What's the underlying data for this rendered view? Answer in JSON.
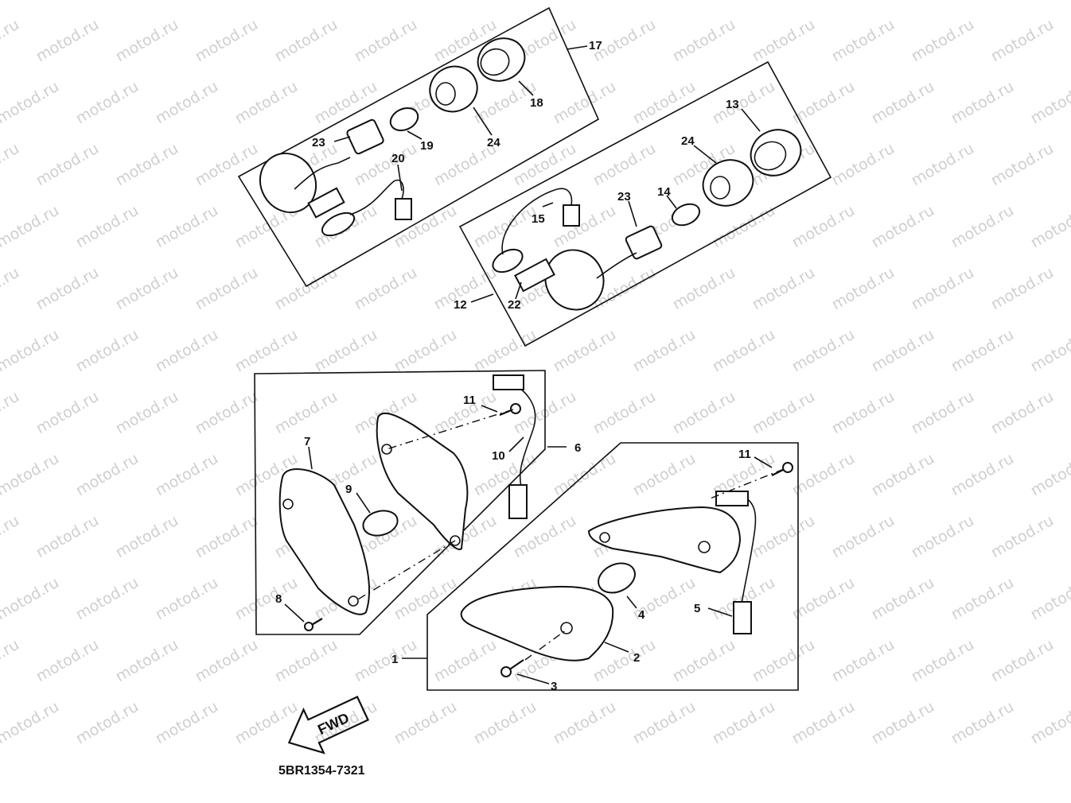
{
  "watermark": {
    "text": "motod.ru"
  },
  "diagram_code": "5BR1354-7321",
  "fwd_label": "FWD",
  "callouts": [
    {
      "id": "c17",
      "label": "17"
    },
    {
      "id": "c18",
      "label": "18"
    },
    {
      "id": "c23a",
      "label": "23"
    },
    {
      "id": "c19",
      "label": "19"
    },
    {
      "id": "c24a",
      "label": "24"
    },
    {
      "id": "c20",
      "label": "20"
    },
    {
      "id": "c13",
      "label": "13"
    },
    {
      "id": "c24b",
      "label": "24"
    },
    {
      "id": "c23b",
      "label": "23"
    },
    {
      "id": "c14",
      "label": "14"
    },
    {
      "id": "c15",
      "label": "15"
    },
    {
      "id": "c12",
      "label": "12"
    },
    {
      "id": "c22",
      "label": "22"
    },
    {
      "id": "c11a",
      "label": "11"
    },
    {
      "id": "c10",
      "label": "10"
    },
    {
      "id": "c6",
      "label": "6"
    },
    {
      "id": "c7",
      "label": "7"
    },
    {
      "id": "c9",
      "label": "9"
    },
    {
      "id": "c8",
      "label": "8"
    },
    {
      "id": "c11b",
      "label": "11"
    },
    {
      "id": "c5",
      "label": "5"
    },
    {
      "id": "c4",
      "label": "4"
    },
    {
      "id": "c2",
      "label": "2"
    },
    {
      "id": "c1",
      "label": "1"
    },
    {
      "id": "c3",
      "label": "3"
    }
  ]
}
